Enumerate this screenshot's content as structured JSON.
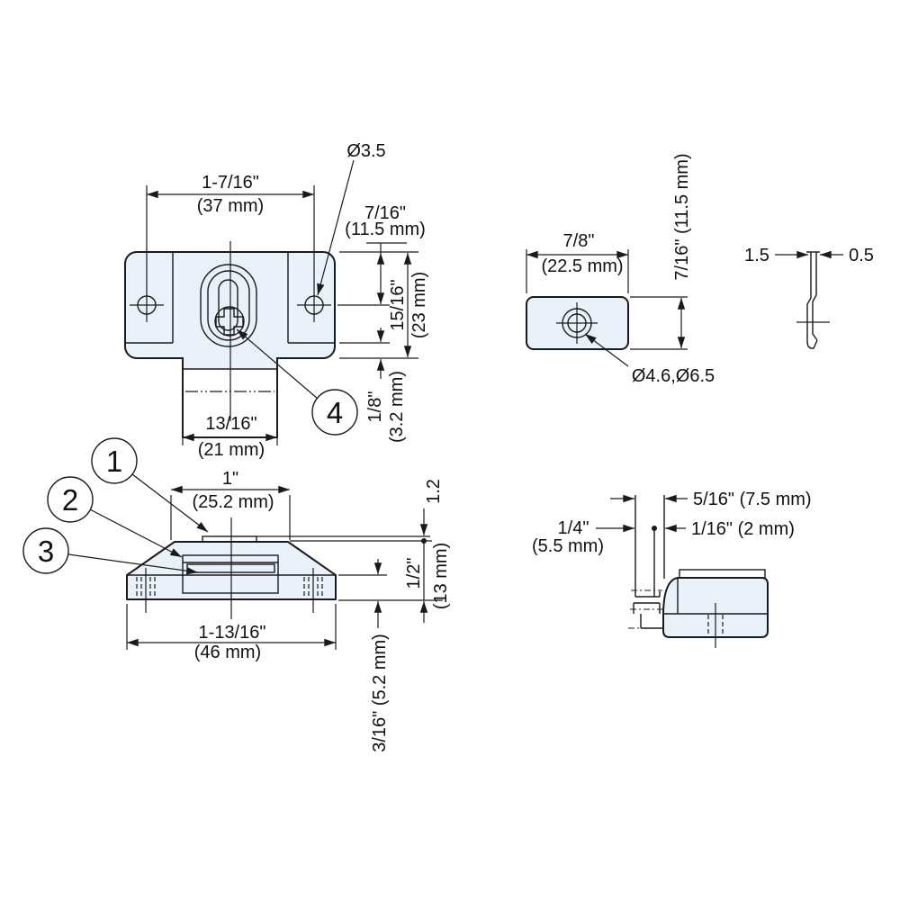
{
  "drawing": {
    "kind": "technical-drawing",
    "colors": {
      "body_fill": "#e9f2fb",
      "line": "#1a1a1a",
      "background": "#ffffff"
    },
    "views": {
      "front": {
        "width_in": "1-7/16\"",
        "width_mm": "(37 mm)",
        "hole_dia": "Ø3.5",
        "edge_in": "7/16\"",
        "edge_mm": "(11.5 mm)",
        "height_in": "15/16\"",
        "height_mm": "(23 mm)",
        "step_in": "1/8\"",
        "step_mm": "(3.2 mm)",
        "tab_in": "13/16\"",
        "tab_mm": "(21 mm)",
        "callout": "4"
      },
      "strike_front": {
        "width_in": "7/8\"",
        "width_mm": "(22.5 mm)",
        "height": "7/16\" (11.5 mm)",
        "hole_dias": "Ø4.6,Ø6.5"
      },
      "strike_side": {
        "bend": "1.5",
        "thickness": "0.5"
      },
      "side": {
        "callout_1": "1",
        "callout_2": "2",
        "callout_3": "3",
        "top_in": "1\"",
        "top_mm": "(25.2 mm)",
        "lip": "1.2",
        "height_in": "1/2\"",
        "height_mm": "(13 mm)",
        "base_in": "1-13/16\"",
        "base_mm": "(46 mm)",
        "depth": "3/16\" (5.2 mm)"
      },
      "mounted": {
        "offset": "5/16\" (7.5 mm)",
        "inset_in": "1/4\"",
        "inset_mm": "(5.5 mm)",
        "gap": "1/16\" (2 mm)"
      }
    }
  }
}
